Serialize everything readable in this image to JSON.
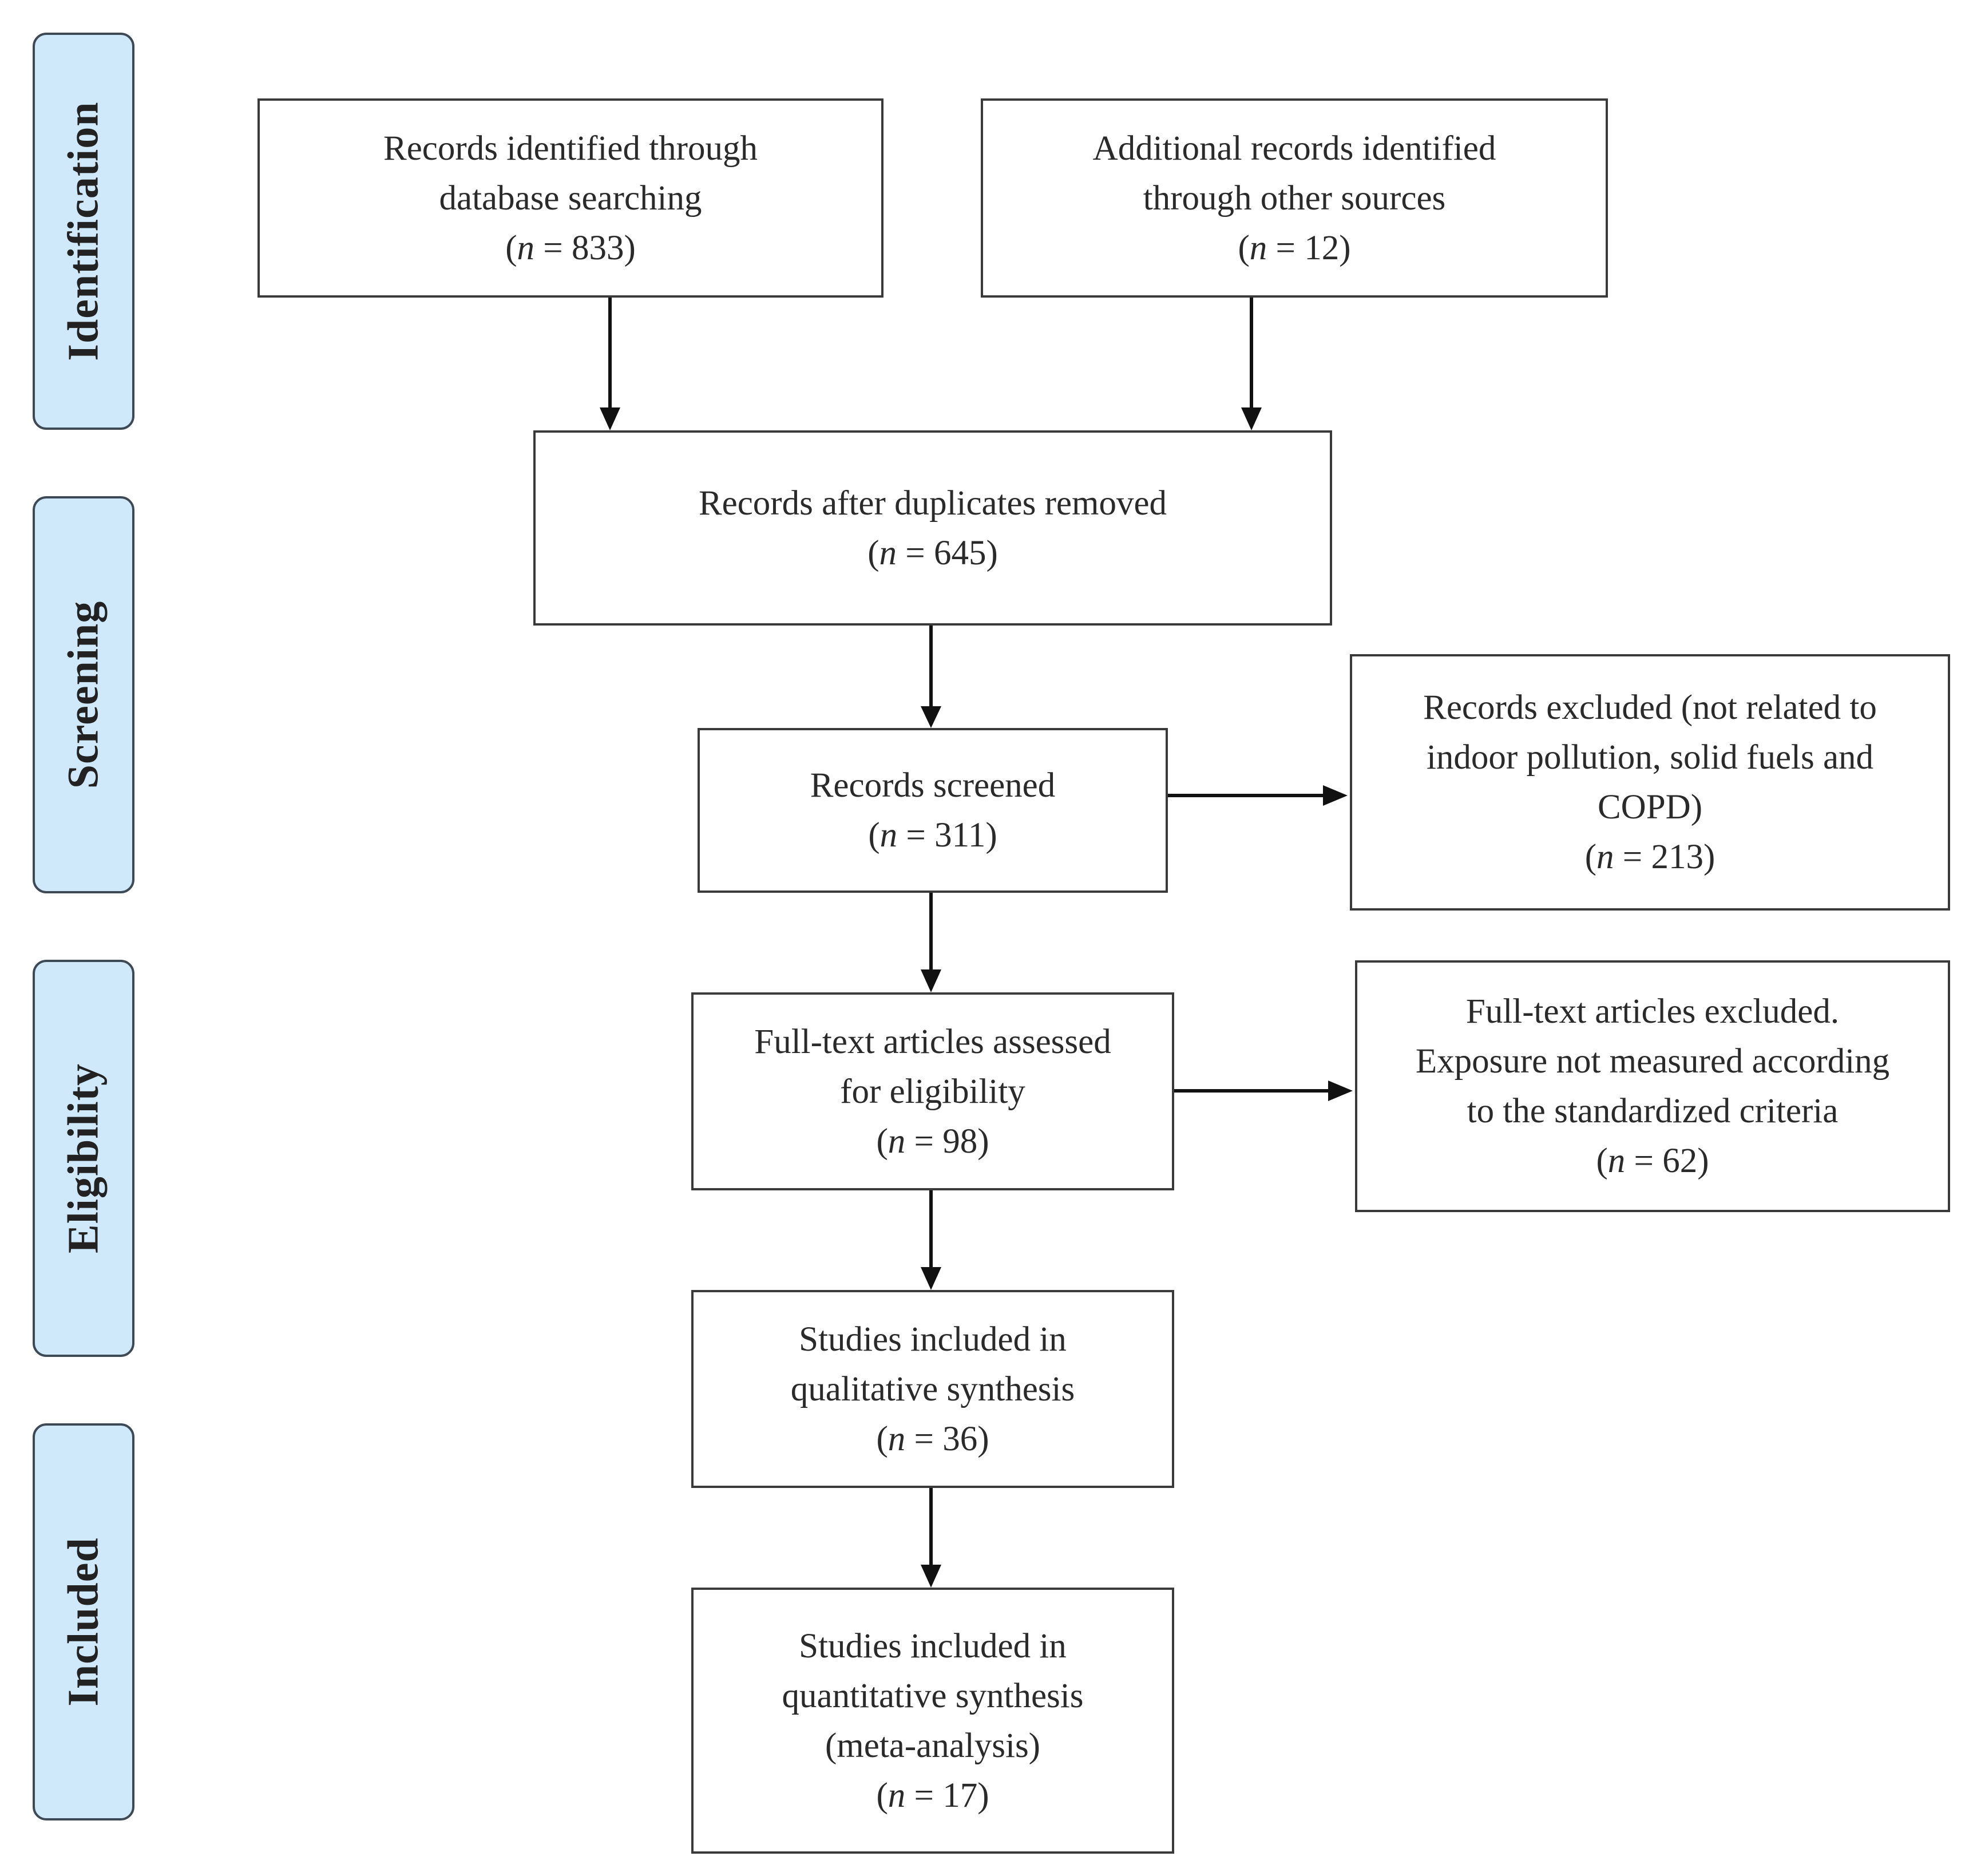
{
  "stages": {
    "identification": "Identification",
    "screening": "Screening",
    "eligibility": "Eligibility",
    "included": "Included"
  },
  "boxes": {
    "database_search": {
      "lines": [
        "Records identified through",
        "database searching"
      ],
      "n_symbol": "n",
      "n_value": "833"
    },
    "other_sources": {
      "lines": [
        "Additional records identified",
        "through other sources"
      ],
      "n_symbol": "n",
      "n_value": "12"
    },
    "after_duplicates": {
      "lines": [
        "Records after duplicates removed"
      ],
      "n_symbol": "n",
      "n_value": "645"
    },
    "screened": {
      "lines": [
        "Records screened"
      ],
      "n_symbol": "n",
      "n_value": "311"
    },
    "records_excluded": {
      "lines": [
        "Records excluded (not related to",
        "indoor pollution, solid fuels and",
        "COPD)"
      ],
      "n_symbol": "n",
      "n_value": "213"
    },
    "fulltext_assessed": {
      "lines": [
        "Full-text articles assessed",
        "for eligibility"
      ],
      "n_symbol": "n",
      "n_value": "98"
    },
    "fulltext_excluded": {
      "lines": [
        "Full-text articles excluded.",
        "Exposure not measured according",
        "to the standardized criteria"
      ],
      "n_symbol": "n",
      "n_value": "62"
    },
    "qualitative": {
      "lines": [
        "Studies included in",
        "qualitative synthesis"
      ],
      "n_symbol": "n",
      "n_value": "36"
    },
    "quantitative": {
      "lines": [
        "Studies included in",
        "quantitative synthesis",
        "(meta-analysis)"
      ],
      "n_symbol": "n",
      "n_value": "17"
    }
  },
  "colors": {
    "stage_fill": "#cfe9fb",
    "stage_border": "#3d4a55",
    "box_border": "#3a3a3a",
    "arrow": "#111111"
  }
}
